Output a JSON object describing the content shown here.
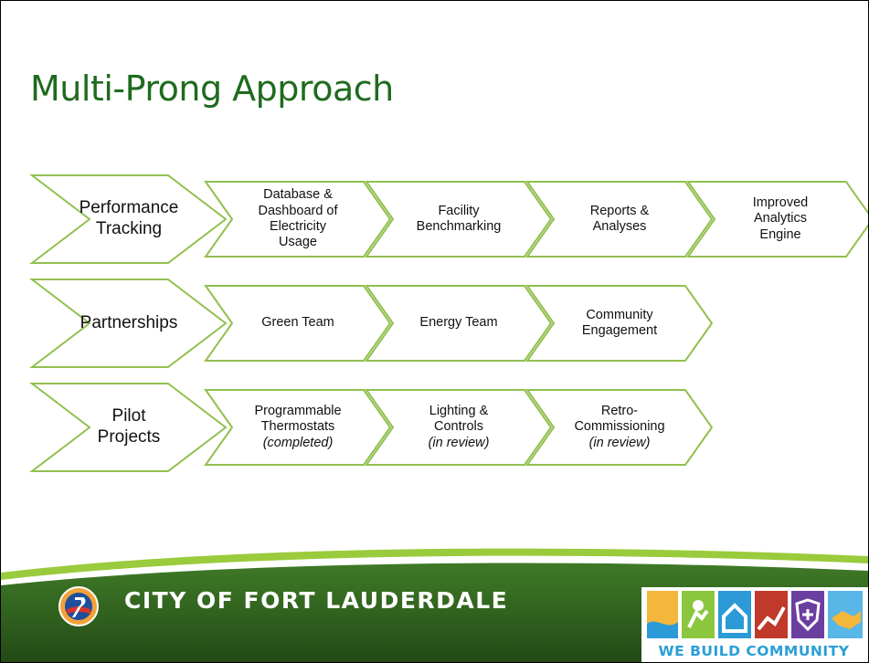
{
  "slide": {
    "title": "Multi-Prong Approach"
  },
  "rows": [
    {
      "head": [
        "Performance",
        "Tracking"
      ],
      "items": [
        {
          "lines": [
            "Database &",
            "Dashboard of",
            "Electricity",
            "Usage"
          ],
          "italic": ""
        },
        {
          "lines": [
            "Facility",
            "Benchmarking"
          ],
          "italic": ""
        },
        {
          "lines": [
            "Reports &",
            "Analyses"
          ],
          "italic": ""
        },
        {
          "lines": [
            "Improved",
            "Analytics",
            "Engine"
          ],
          "italic": ""
        }
      ]
    },
    {
      "head": [
        "Partnerships"
      ],
      "items": [
        {
          "lines": [
            "Green Team"
          ],
          "italic": ""
        },
        {
          "lines": [
            "Energy Team"
          ],
          "italic": ""
        },
        {
          "lines": [
            "Community",
            "Engagement"
          ],
          "italic": ""
        }
      ]
    },
    {
      "head": [
        "Pilot Projects"
      ],
      "items": [
        {
          "lines": [
            "Programmable",
            "Thermostats"
          ],
          "italic": "(completed)"
        },
        {
          "lines": [
            "Lighting &",
            "Controls"
          ],
          "italic": "(in review)"
        },
        {
          "lines": [
            "Retro-",
            "Commissioning"
          ],
          "italic": "(in review)"
        }
      ]
    }
  ],
  "footer": {
    "city": "CITY OF FORT LAUDERDALE",
    "tagline": "WE BUILD COMMUNITY",
    "logo_icon": "city-seal-icon",
    "brand_icons": [
      "sun-waves-icon",
      "leaf-person-icon",
      "house-icon",
      "chart-line-icon",
      "shield-plus-icon",
      "handshake-icon"
    ]
  },
  "colors": {
    "title_green": "#1f6b1f",
    "chevron_border": "#92c050",
    "footer_green": "#2e5e1e",
    "footer_accent": "#9acb3c",
    "tagline_blue": "#2a9fd6"
  }
}
